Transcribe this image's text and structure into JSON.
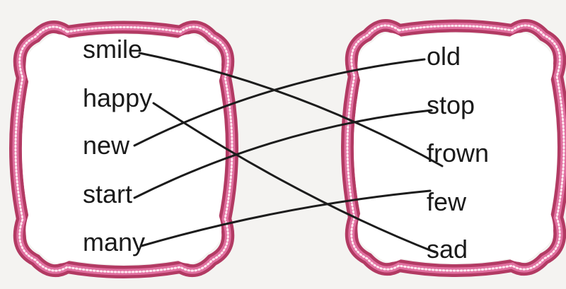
{
  "left_words": [
    "smile",
    "happy",
    "new",
    "start",
    "many"
  ],
  "right_words": [
    "old",
    "stop",
    "frown",
    "few",
    "sad"
  ],
  "matches": [
    {
      "from": "smile",
      "to": "frown"
    },
    {
      "from": "happy",
      "to": "sad"
    },
    {
      "from": "new",
      "to": "old"
    },
    {
      "from": "start",
      "to": "stop"
    },
    {
      "from": "many",
      "to": "few"
    }
  ],
  "colors": {
    "frame_outer": "#b23a63",
    "frame_mid": "#e070a0",
    "frame_dots": "#fde8ef",
    "line": "#1c1c1c",
    "text": "#1a1a1a",
    "background": "#f4f3f1"
  },
  "frame_shape": "ornate-bracket-frame"
}
